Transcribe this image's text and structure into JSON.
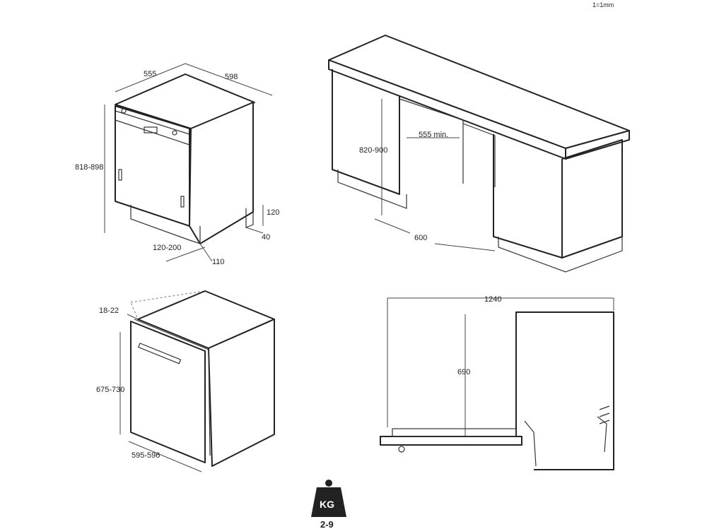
{
  "scale_note": "1=1mm",
  "diagram_dishwasher_dimensions": {
    "width": "555",
    "depth": "598",
    "height": "818-898",
    "plinth_height": "120",
    "plinth_depth": "40",
    "plinth_range": "120-200",
    "plinth_offset": "110"
  },
  "diagram_installation_niche": {
    "niche_height": "820-900",
    "niche_width": "555 min.",
    "niche_depth": "600"
  },
  "diagram_door_panel": {
    "panel_thickness": "18-22",
    "panel_height": "675-730",
    "panel_width": "595-596"
  },
  "diagram_side_view": {
    "open_depth": "1240",
    "door_height": "690"
  },
  "weight": {
    "icon": "weight-kg-icon",
    "icon_label": "KG",
    "value": "2-9"
  }
}
